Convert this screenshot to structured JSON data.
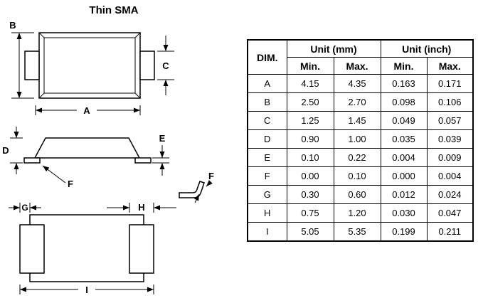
{
  "title": "Thin SMA",
  "table": {
    "dim_header": "DIM.",
    "unit_mm_header": "Unit (mm)",
    "unit_inch_header": "Unit (inch)",
    "min_label": "Min.",
    "max_label": "Max.",
    "rows": [
      {
        "dim": "A",
        "mm_min": "4.15",
        "mm_max": "4.35",
        "inch_min": "0.163",
        "inch_max": "0.171"
      },
      {
        "dim": "B",
        "mm_min": "2.50",
        "mm_max": "2.70",
        "inch_min": "0.098",
        "inch_max": "0.106"
      },
      {
        "dim": "C",
        "mm_min": "1.25",
        "mm_max": "1.45",
        "inch_min": "0.049",
        "inch_max": "0.057"
      },
      {
        "dim": "D",
        "mm_min": "0.90",
        "mm_max": "1.00",
        "inch_min": "0.035",
        "inch_max": "0.039"
      },
      {
        "dim": "E",
        "mm_min": "0.10",
        "mm_max": "0.22",
        "inch_min": "0.004",
        "inch_max": "0.009"
      },
      {
        "dim": "F",
        "mm_min": "0.00",
        "mm_max": "0.10",
        "inch_min": "0.000",
        "inch_max": "0.004"
      },
      {
        "dim": "G",
        "mm_min": "0.30",
        "mm_max": "0.60",
        "inch_min": "0.012",
        "inch_max": "0.024"
      },
      {
        "dim": "H",
        "mm_min": "0.75",
        "mm_max": "1.20",
        "inch_min": "0.030",
        "inch_max": "0.047"
      },
      {
        "dim": "I",
        "mm_min": "5.05",
        "mm_max": "5.35",
        "inch_min": "0.199",
        "inch_max": "0.211"
      }
    ]
  },
  "dim_labels": {
    "a": "A",
    "b": "B",
    "c": "C",
    "d": "D",
    "e": "E",
    "f": "F",
    "g": "G",
    "h": "H",
    "i": "I"
  },
  "colors": {
    "line": "#000000",
    "background": "#ffffff"
  }
}
